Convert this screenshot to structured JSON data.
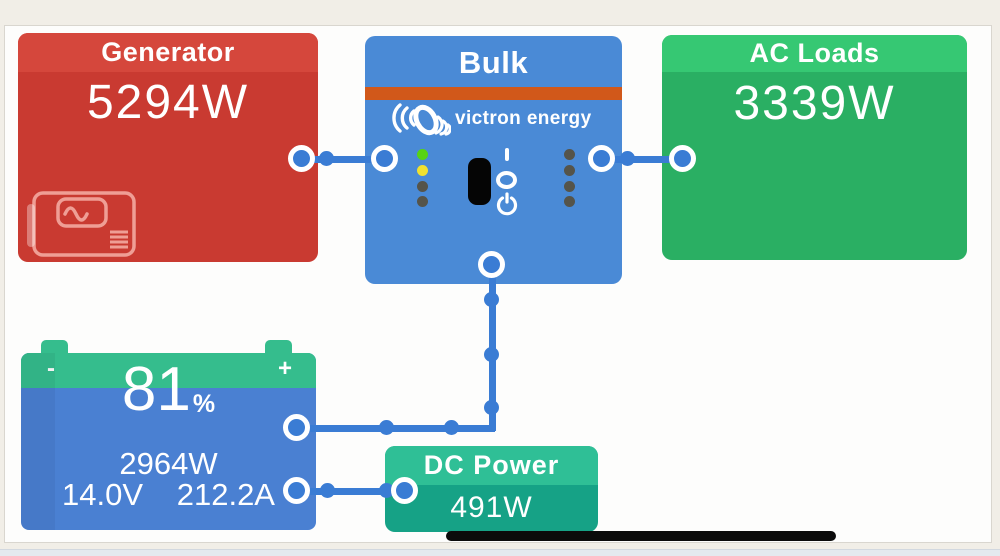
{
  "tiles": {
    "generator": {
      "title": "Generator",
      "value": "5294W"
    },
    "inverter": {
      "title": "Bulk",
      "brand": "victron energy"
    },
    "ac_loads": {
      "title": "AC Loads",
      "value": "3339W"
    },
    "battery": {
      "soc": "81",
      "soc_unit": "%",
      "power": "2964W",
      "voltage": "14.0V",
      "current": "212.2A",
      "negative_terminal": "-",
      "positive_terminal": "+"
    },
    "dc_power": {
      "title": "DC Power",
      "value": "491W"
    }
  },
  "icons": {
    "generator": "generator-icon",
    "victron_logo": "victron-logo-icon",
    "led_green": "led-green",
    "led_yellow": "led-yellow",
    "led_off": "led-off",
    "power_on_symbol": "I",
    "power_off_symbol": "O",
    "standby_symbol": "power-standby"
  },
  "colors": {
    "generator_body": "#c93a31",
    "generator_header": "#d5473c",
    "inverter_blue": "#4a8ad6",
    "inverter_stripe_orange": "#d1581a",
    "ac_loads_body": "#2aaf63",
    "ac_loads_header": "#36c873",
    "battery_blue": "#4a80d2",
    "battery_teal": "#35bd8d",
    "dc_body": "#16a286",
    "dc_header": "#2fbf96",
    "wire_blue": "#3a7cd4",
    "led_green": "#57d313",
    "led_yellow": "#f0e130",
    "page_background": "#f1eee7"
  }
}
